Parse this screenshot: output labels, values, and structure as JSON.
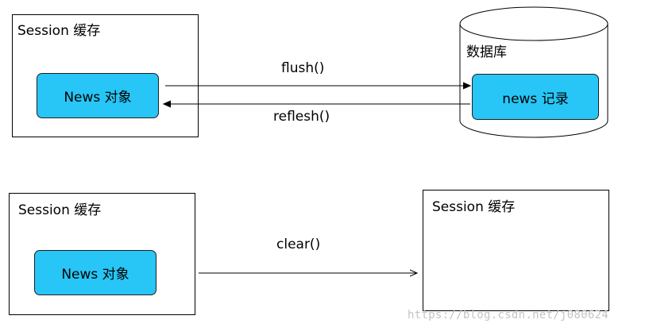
{
  "top_section": {
    "session_cache": {
      "title": "Session 缓存",
      "object_box": "News 对象"
    },
    "database": {
      "title": "数据库",
      "record_box": "news 记录"
    },
    "flush_label": "flush()",
    "refresh_label": "reflesh()"
  },
  "bottom_section": {
    "session_cache_before": {
      "title": "Session 缓存",
      "object_box": "News 对象"
    },
    "clear_label": "clear()",
    "session_cache_after": {
      "title": "Session 缓存"
    }
  },
  "watermark": "https://blog.csdn.net/j080624",
  "colors": {
    "entity_fill": "#27c6f6",
    "outline": "#000000",
    "watermark": "#c4c4c4"
  }
}
